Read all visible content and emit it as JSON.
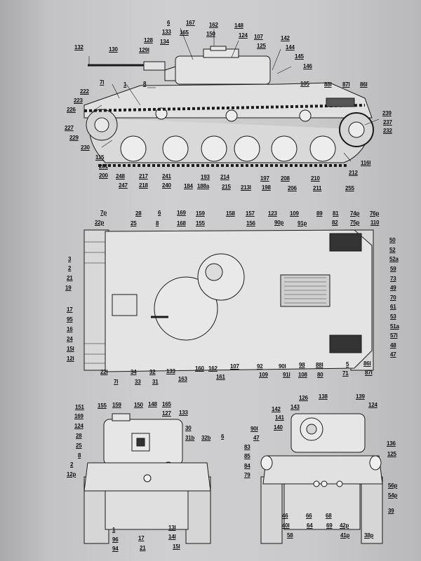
{
  "side_view": {
    "labels": [
      "6",
      "167",
      "162",
      "148",
      "133",
      "165",
      "150",
      "124",
      "107",
      "142",
      "132",
      "128",
      "134",
      "125",
      "144",
      "130",
      "129l",
      "145",
      "146",
      "1",
      "7l",
      "8",
      "105",
      "88l",
      "87l",
      "86l",
      "222",
      "223",
      "226",
      "239",
      "237",
      "232",
      "227",
      "229",
      "230",
      "116l",
      "115",
      "201",
      "200",
      "248",
      "247",
      "217",
      "218",
      "241",
      "240",
      "184",
      "193",
      "188a",
      "214",
      "215",
      "197",
      "198",
      "213l",
      "208",
      "206",
      "210",
      "211",
      "212",
      "255"
    ]
  },
  "top_view": {
    "labels": [
      "7p",
      "22p",
      "28",
      "6",
      "169",
      "159",
      "158",
      "157",
      "123",
      "109",
      "89",
      "81",
      "74p",
      "76p",
      "25",
      "8",
      "168",
      "155",
      "156",
      "90p",
      "91p",
      "82",
      "75p",
      "110",
      "3",
      "2",
      "21",
      "19",
      "17",
      "95",
      "16",
      "24",
      "15l",
      "12l",
      "50",
      "52",
      "52a",
      "59",
      "73",
      "49",
      "70",
      "61",
      "53",
      "51a",
      "57l",
      "48",
      "47",
      "22l",
      "7l",
      "34",
      "33",
      "32",
      "31",
      "133",
      "163",
      "160",
      "162",
      "161",
      "107",
      "92",
      "109",
      "90l",
      "91l",
      "98",
      "108",
      "88l",
      "80",
      "5",
      "71",
      "86l",
      "87l"
    ]
  },
  "front_view": {
    "labels": [
      "151",
      "155",
      "159",
      "150",
      "148",
      "165",
      "169",
      "133",
      "127",
      "124",
      "30",
      "28",
      "31b",
      "32b",
      "6",
      "25",
      "8",
      "2",
      "12p",
      "1",
      "96",
      "94",
      "17",
      "21",
      "13l",
      "14l",
      "15l"
    ]
  },
  "rear_view": {
    "labels": [
      "126",
      "138",
      "139",
      "142",
      "143",
      "124",
      "141",
      "140",
      "90l",
      "47",
      "136",
      "83",
      "85",
      "125",
      "84",
      "79",
      "56p",
      "54p",
      "46",
      "40l",
      "58",
      "66",
      "64",
      "68",
      "69",
      "42p",
      "41p",
      "39",
      "38p"
    ]
  },
  "colors": {
    "page": "#c7c7c9",
    "ink": "#1a1a1a",
    "background": "#2b2b2b"
  }
}
